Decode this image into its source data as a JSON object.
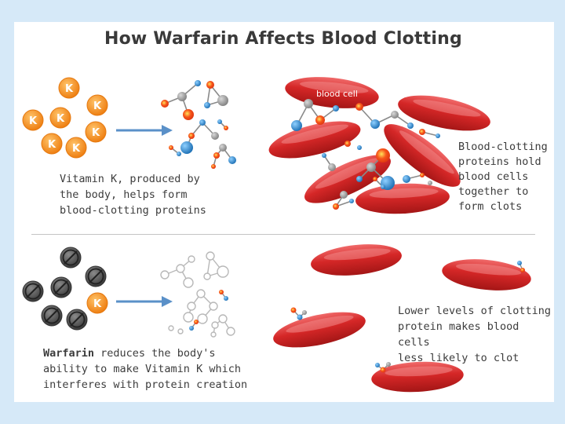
{
  "title": "How Warfarin Affects Blood Clotting",
  "top_panel": {
    "caption_lines": [
      "Vitamin K, produced by",
      "the body, helps form",
      "blood-clotting proteins"
    ],
    "cell_label": "blood cell",
    "result_lines": [
      "Blood-clotting",
      "proteins hold",
      "blood cells",
      "together to",
      "form clots"
    ]
  },
  "bottom_panel": {
    "caption_bold": "Warfarin",
    "caption_line1_rest": " reduces the body's",
    "caption_lines": [
      "ability to make Vitamin K which",
      "interferes with protein creation"
    ],
    "result_lines": [
      "Lower levels of clotting",
      "protein makes blood cells",
      "less likely to clot"
    ]
  },
  "vitamin_k_letter": "K",
  "colors": {
    "background": "#d6e9f8",
    "vitamin_k": "#f5901e",
    "blood_cell": "#d92b2b",
    "protein_blue": "#3a8fd0",
    "protein_grey": "#9a9a9a",
    "protein_orange": "#f26a1b",
    "arrow": "#5a90c8",
    "blocked": "#5a5a5a"
  },
  "icons": [
    "vitamin-k-icon",
    "blocked-vitamin-k-icon",
    "protein-molecule-icon",
    "blood-cell-icon",
    "arrow-right-icon"
  ]
}
